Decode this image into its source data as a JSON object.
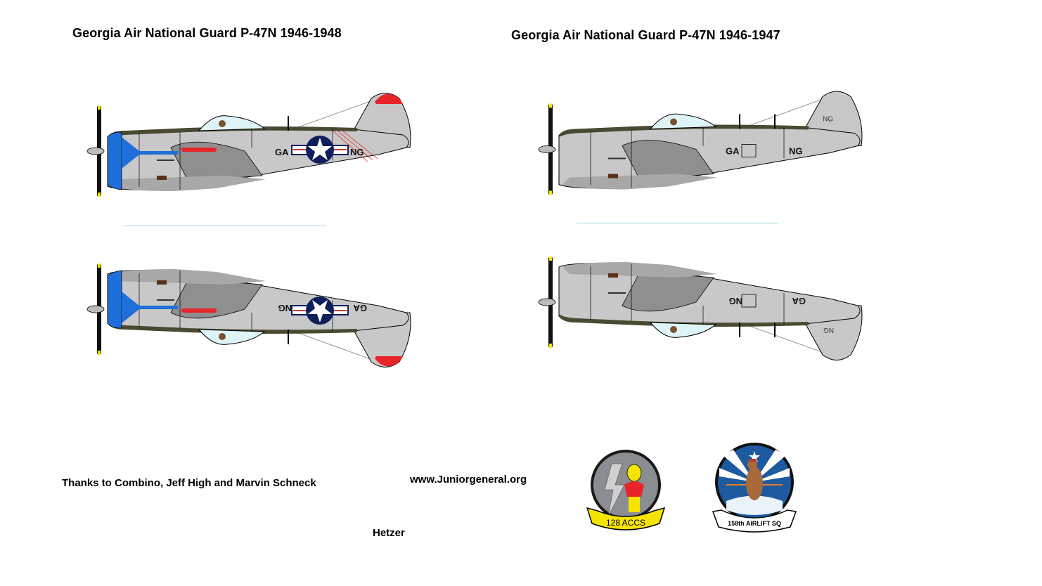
{
  "titles": {
    "left": "Georgia Air National Guard P-47N 1946-1948",
    "right": "Georgia Air National Guard P-47N 1946-1947"
  },
  "aircraft": [
    {
      "id": "left-upper",
      "view": "left side",
      "cowl_color": "#1f6fdb",
      "tail_tip_color": "#e8242b",
      "marking_front": "GA",
      "marking_rear": "NG",
      "insignia": "star-and-bar"
    },
    {
      "id": "left-lower",
      "view": "right side (inverted)",
      "cowl_color": "#1f6fdb",
      "tail_tip_color": "#e8242b",
      "marking_front": "NG",
      "marking_rear": "GA",
      "insignia": "star-and-bar"
    },
    {
      "id": "right-upper",
      "view": "left side",
      "cowl_color": "#c8c8c8",
      "marking_front": "GA",
      "marking_rear": "NG",
      "tail_code": "NG"
    },
    {
      "id": "right-lower",
      "view": "right side (inverted)",
      "cowl_color": "#c8c8c8",
      "marking_front": "NG",
      "marking_rear": "GA",
      "tail_code": "NG"
    }
  ],
  "credits": {
    "thanks": "Thanks to Combino, Jeff High and Marvin Schneck",
    "website": "www.Juniorgeneral.org",
    "author": "Hetzer"
  },
  "badges": [
    {
      "label": "128 ACCS",
      "colors": {
        "field": "#8a8e92",
        "ribbon": "#f5e400"
      }
    },
    {
      "label": "158th AIRLIFT SQ",
      "colors": {
        "field": "#1e5aa0",
        "ribbon": "#ffffff"
      }
    }
  ],
  "colors": {
    "fuselage": "#c8c8c8",
    "fuselage_dark": "#a0a0a0",
    "anti_glare": "#4a4a32",
    "insignia_blue": "#0e1f5c",
    "divider": "#9dd6e0"
  }
}
